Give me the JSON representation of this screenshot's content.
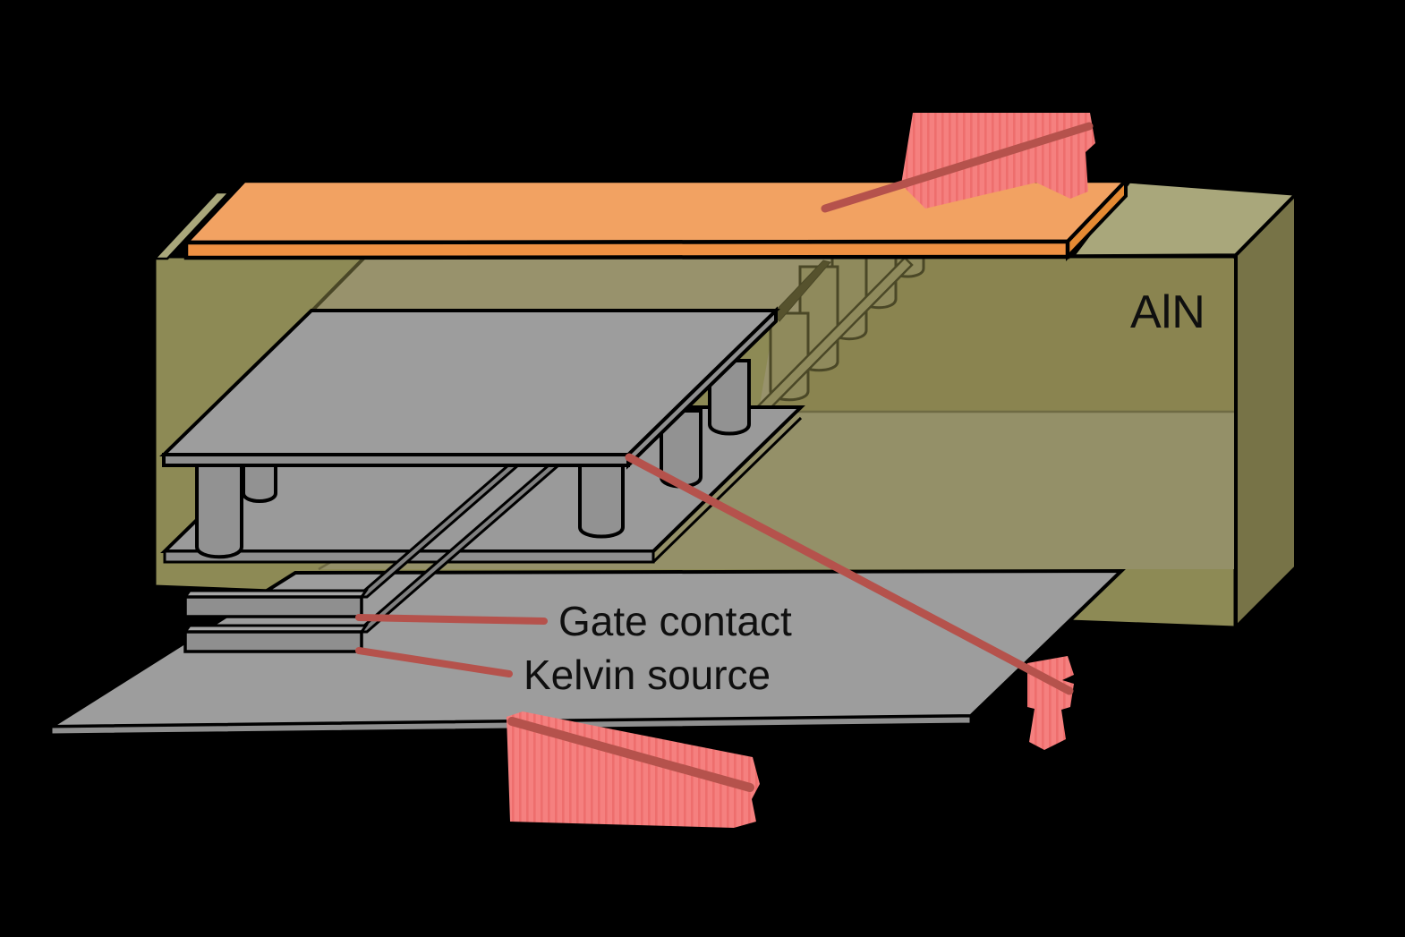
{
  "figure": {
    "type": "3d-semiconductor-package-diagram",
    "background": "#000000",
    "labels": {
      "substrate": "AlN",
      "gate_contact": "Gate contact",
      "kelvin_source": "Kelvin source"
    },
    "colors": {
      "bg": "#000000",
      "copper_top": "#F2A262",
      "copper_front": "#EF9143",
      "copper_side": "#E58A33",
      "aln_top": "#A9A77B",
      "aln_front": "#8D8A55",
      "aln_right": "#777347",
      "interior_light": "#98926C",
      "interior_dark": "#8A8450",
      "interior_base": "#949068",
      "tint_fill": "#8F8A5C",
      "tint_stroke": "#4B4827",
      "tint_dark_edge": "#56522D",
      "interior_line": "#6F6B44",
      "cut_line": "#4A4727",
      "metal_top": "#9D9D9D",
      "metal_front": "#8F8F8F",
      "pillar": "#929292",
      "lower_plate": "#9A9A9A",
      "rail": "#808080",
      "tab": "#8F8F8F",
      "tab_top": "#A6A6A6",
      "outline": "#000000",
      "annotation_red": "#B5524C",
      "arrow_pink": "#F5807F",
      "arrow_pink_streak": "#EE6E6D",
      "text": "#0F0F0F"
    }
  }
}
